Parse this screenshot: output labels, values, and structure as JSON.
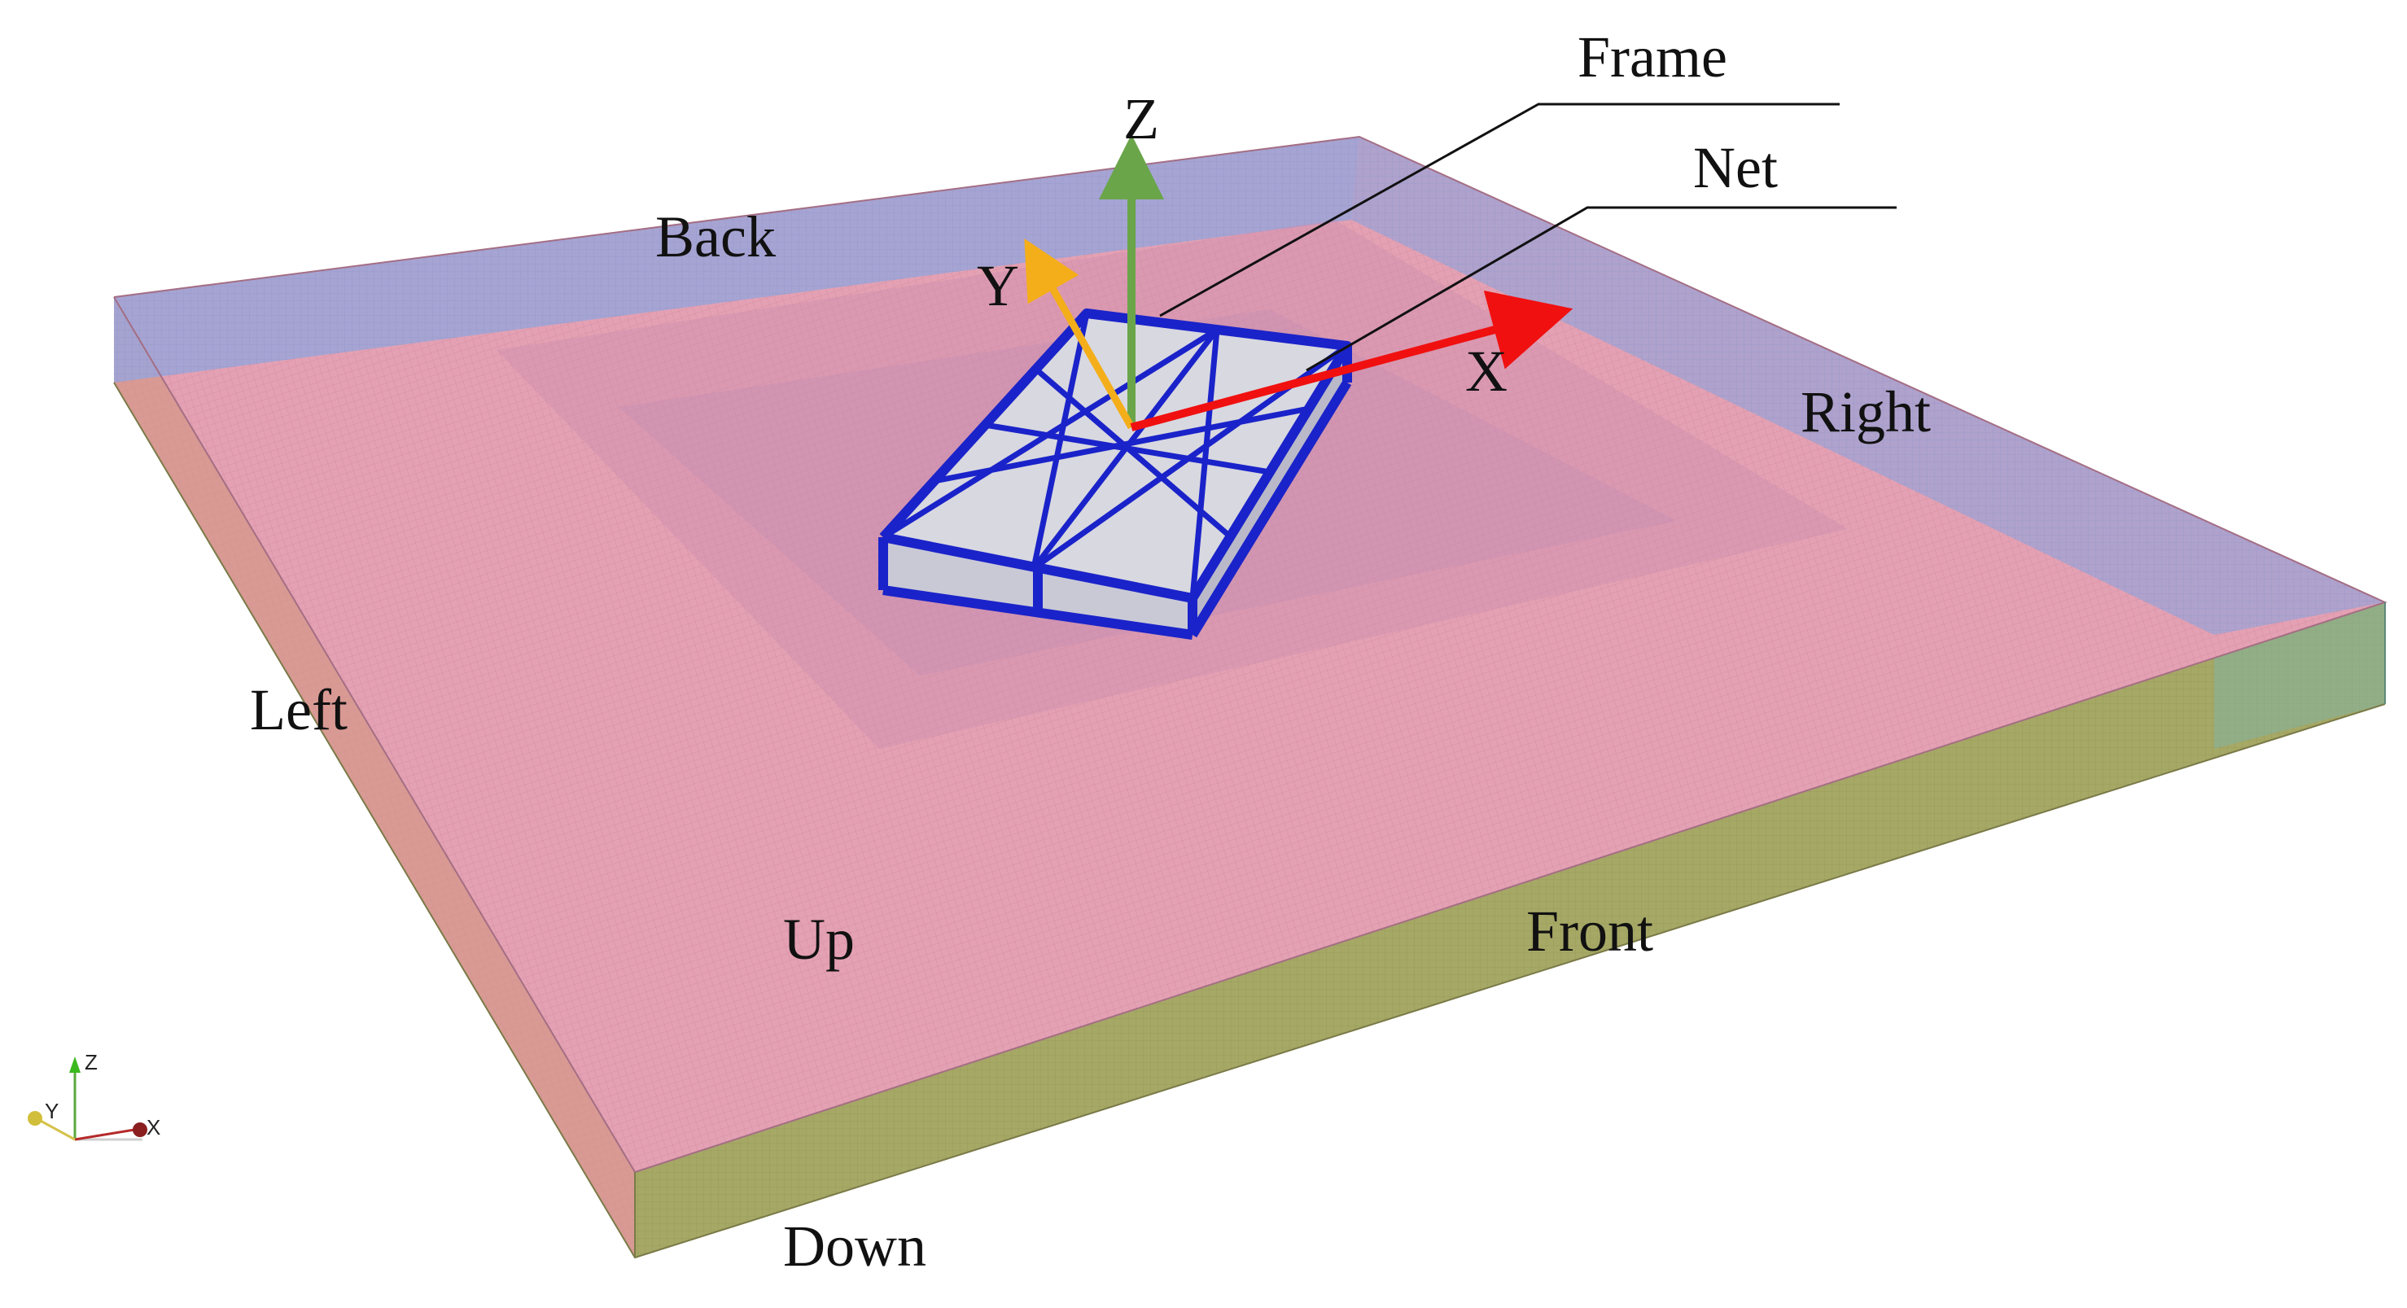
{
  "labels": {
    "frame": "Frame",
    "net": "Net",
    "back": "Back",
    "right": "Right",
    "left": "Left",
    "up": "Up",
    "front": "Front",
    "down": "Down"
  },
  "axes": {
    "x": "X",
    "y": "Y",
    "z": "Z"
  },
  "triad": {
    "x": "X",
    "y": "Y",
    "z": "Z"
  },
  "colors": {
    "top_face": "#e4a1b3",
    "back_face": "#9fa4d6",
    "right_face": "#a8a2cf",
    "front_face": "#a6a866",
    "left_face": "#d99a93",
    "frame": "#1a23c9",
    "net": "#d8d8e0",
    "x_axis": "#f01010",
    "y_axis": "#f4ae1a",
    "z_axis": "#6aa54a"
  }
}
